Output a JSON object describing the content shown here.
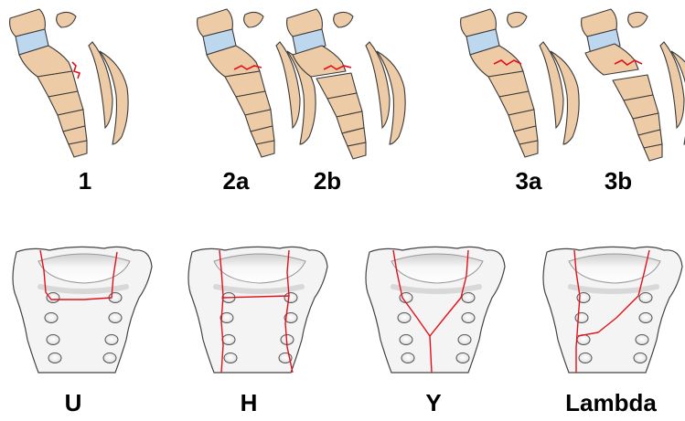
{
  "colors": {
    "bone": "#EDCBA6",
    "bone_outline": "#3a3a3a",
    "disc": "#BCD7EE",
    "fracture": "#E3101A",
    "sacrum_fill": "#F4F4F4",
    "sacrum_shade": "#BDBDBD",
    "label": "#000000"
  },
  "lateral_views": [
    {
      "label": "1",
      "fracture": "lower-transverse"
    },
    {
      "label": "2a",
      "fracture": "upper-transverse-flexion"
    },
    {
      "label": "2b",
      "fracture": "upper-transverse-flexion-displaced"
    },
    {
      "label": "3a",
      "fracture": "upper-transverse-extension"
    },
    {
      "label": "3b",
      "fracture": "upper-transverse-extension-displaced"
    }
  ],
  "posterior_views": [
    {
      "label": "U",
      "pattern": "U"
    },
    {
      "label": "H",
      "pattern": "H"
    },
    {
      "label": "Y",
      "pattern": "Y"
    },
    {
      "label": "Lambda",
      "pattern": "Lambda"
    }
  ]
}
